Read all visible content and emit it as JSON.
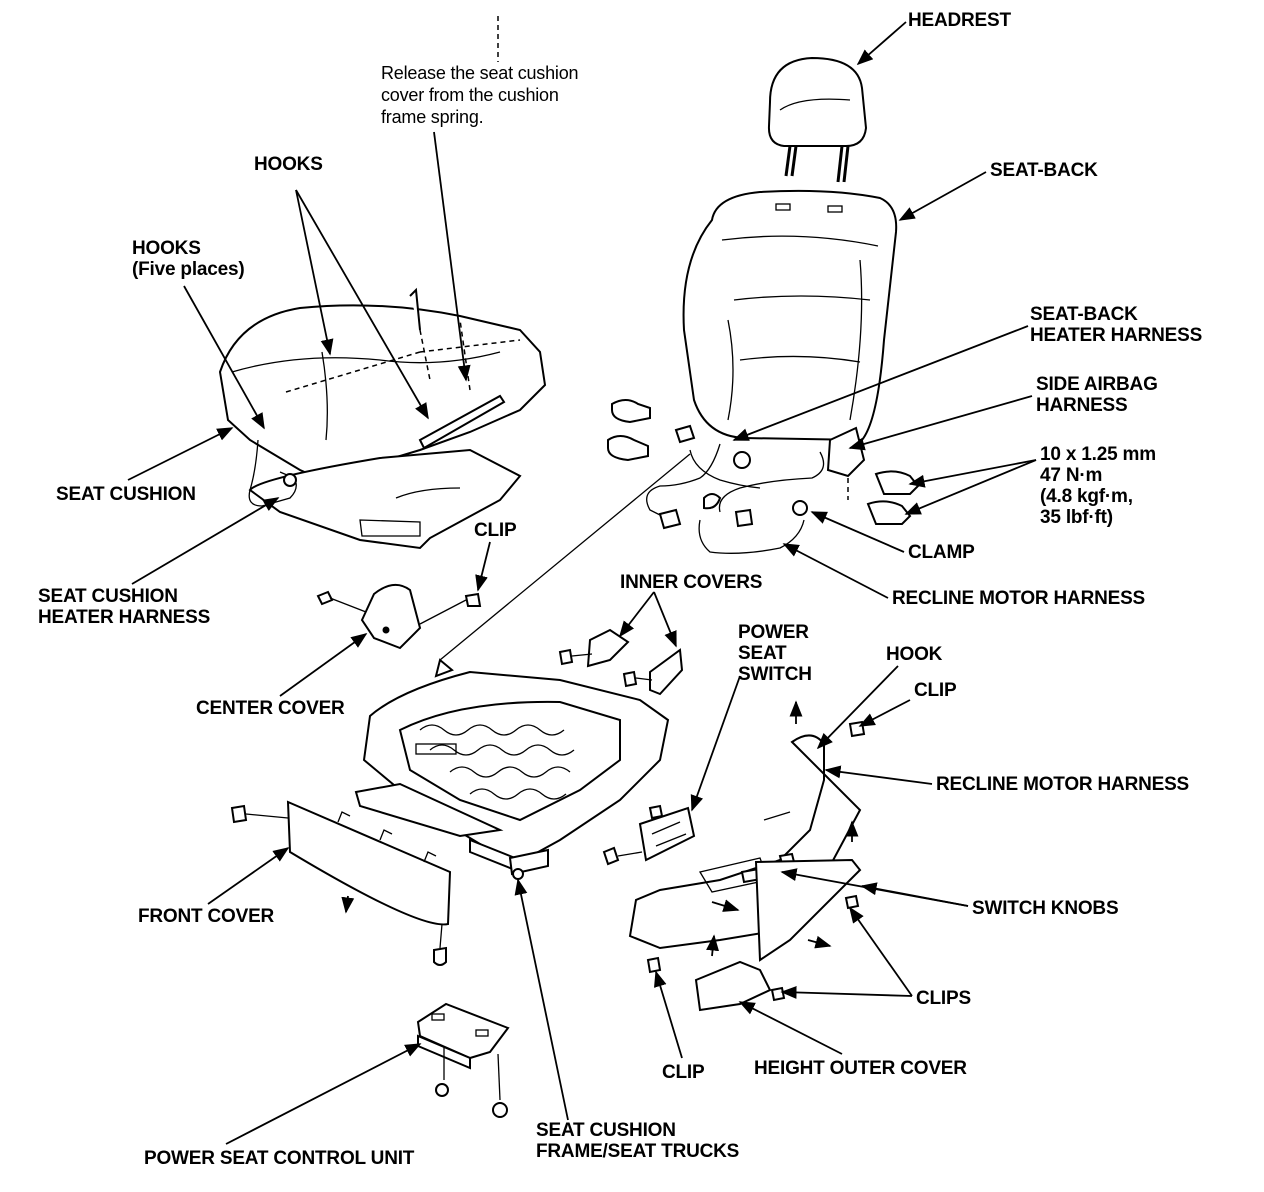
{
  "labels": {
    "headrest": "HEADREST",
    "release_note": [
      "Release the seat cushion",
      "cover from the cushion",
      "frame spring."
    ],
    "hooks": "HOOKS",
    "hooks_five": [
      "HOOKS",
      "(Five places)"
    ],
    "seat_back": "SEAT-BACK",
    "seat_back_heater": [
      "SEAT-BACK",
      "HEATER HARNESS"
    ],
    "side_airbag": [
      "SIDE AIRBAG",
      "HARNESS"
    ],
    "bolt_spec": [
      "10 x 1.25 mm",
      "47 N·m",
      "(4.8 kgf·m,",
      "35 lbf·ft)"
    ],
    "seat_cushion": "SEAT CUSHION",
    "clamp": "CLAMP",
    "clip_top": "CLIP",
    "seat_cushion_heater": [
      "SEAT CUSHION",
      "HEATER HARNESS"
    ],
    "inner_covers": "INNER COVERS",
    "recline_motor_harness_top": "RECLINE MOTOR HARNESS",
    "power_seat_switch": [
      "POWER",
      "SEAT",
      "SWITCH"
    ],
    "hook": "HOOK",
    "center_cover": "CENTER COVER",
    "clip_right": "CLIP",
    "recline_motor_harness_right": "RECLINE MOTOR HARNESS",
    "front_cover": "FRONT COVER",
    "switch_knobs": "SWITCH KNOBS",
    "clips": "CLIPS",
    "clip_bottom": "CLIP",
    "height_outer_cover": "HEIGHT OUTER COVER",
    "seat_cushion_frame": [
      "SEAT CUSHION",
      "FRAME/SEAT TRUCKS"
    ],
    "power_seat_control_unit": "POWER SEAT CONTROL UNIT"
  }
}
